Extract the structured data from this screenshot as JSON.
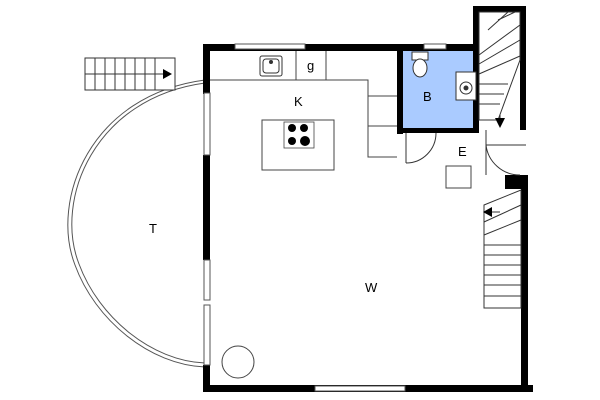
{
  "rooms": {
    "kitchen": "K",
    "garage_store": "g",
    "bathroom": "B",
    "entrance": "E",
    "terrace": "T",
    "living": "W"
  },
  "colors": {
    "wall": "#000000",
    "bathroom_fill": "#aacbff",
    "window": "#9a9a9a",
    "line": "#333333"
  },
  "icons": [
    "sink-icon",
    "stove-icon",
    "toilet-icon",
    "shower-icon",
    "stairs-icon",
    "round-table-icon"
  ]
}
